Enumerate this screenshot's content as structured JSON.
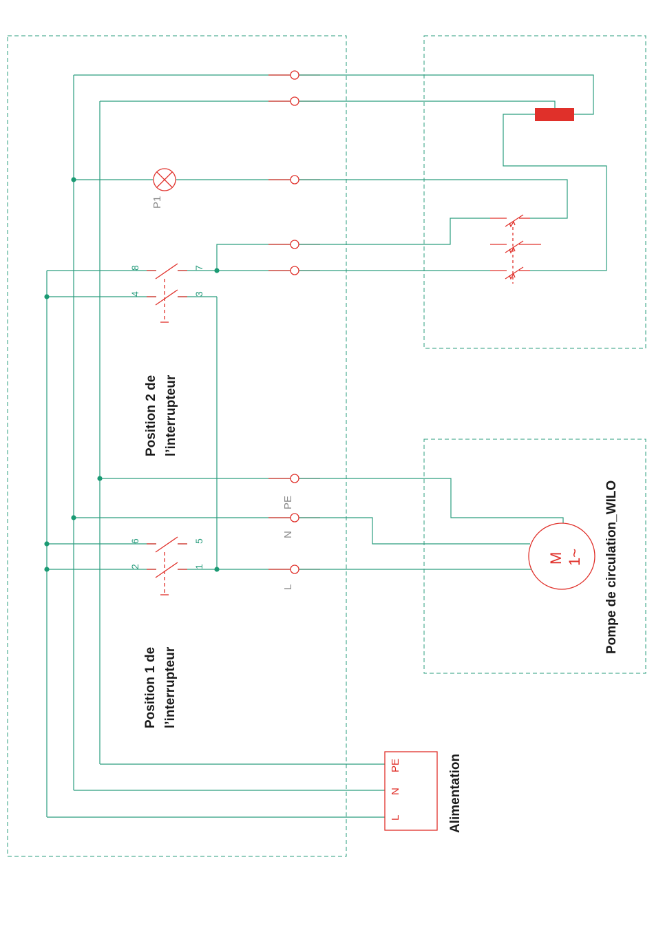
{
  "labels": {
    "position1_line1": "Position 1 de",
    "position1_line2": "l’interrupteur",
    "position2_line1": "Position 2 de",
    "position2_line2": "l’interrupteur",
    "pump": "Pompe de circulation_WILO",
    "supply": "Alimentation"
  },
  "switch1": {
    "contacts": [
      "6",
      "5",
      "2",
      "1"
    ]
  },
  "switch2": {
    "contacts": [
      "8",
      "7",
      "4",
      "3"
    ]
  },
  "lamp": {
    "label": "P1"
  },
  "terminal_block": {
    "L": "L",
    "N": "N",
    "PE": "PE"
  },
  "supply_terminals": {
    "L": "L",
    "N": "N",
    "PE": "PE"
  },
  "motor": {
    "line1": "M",
    "line2": "1~"
  },
  "colors": {
    "wire": "#2a9d7e",
    "component": "#e0302a",
    "label": "#1a1a1a",
    "terminal_text": "#8a8a8a"
  }
}
